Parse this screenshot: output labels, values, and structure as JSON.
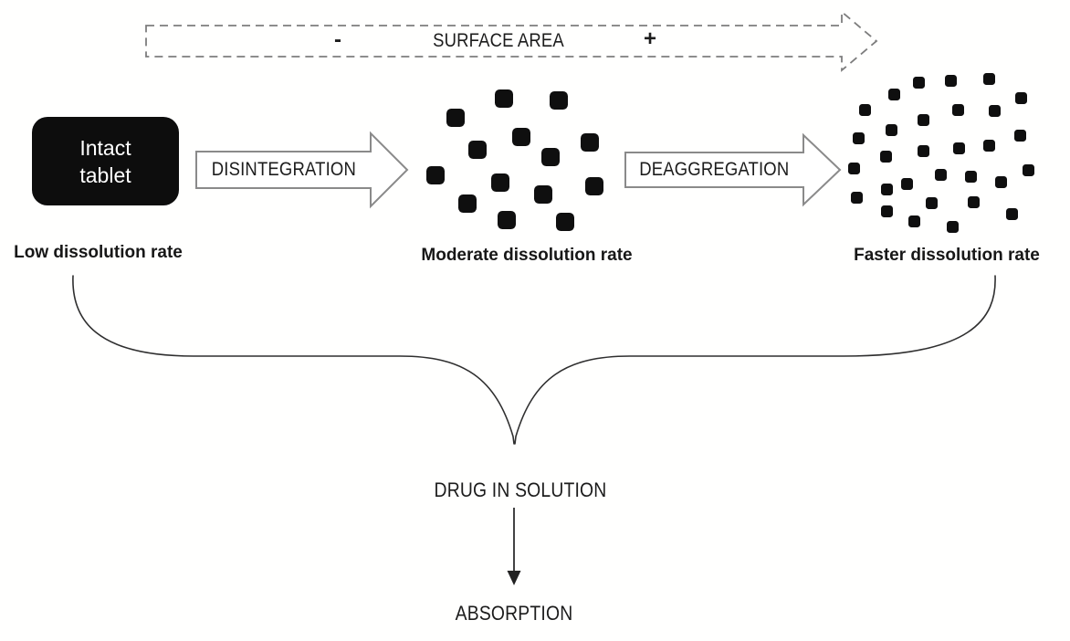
{
  "surface_axis": {
    "minus": "-",
    "label": "SURFACE AREA",
    "plus": "+"
  },
  "stages": [
    {
      "box": {
        "line1": "Intact",
        "line2": "tablet"
      },
      "caption": "Low dissolution rate"
    },
    {
      "caption": "Moderate dissolution rate"
    },
    {
      "caption": "Faster dissolution rate"
    }
  ],
  "arrows": [
    {
      "label": "DISINTEGRATION"
    },
    {
      "label": "DEAGGREGATION"
    }
  ],
  "flow": {
    "drug_in_solution": "DRUG IN SOLUTION",
    "absorption": "ABSORPTION"
  },
  "colors": {
    "particle": "#0f0f0f",
    "tablet_bg": "#0d0d0d",
    "tablet_text": "#ffffff",
    "outline_arrow": "#8a8a8a",
    "dashed_arrow": "#7d7d7d",
    "line": "#2f2f2f"
  },
  "clusters": {
    "moderate": {
      "count": 14,
      "particle_size": 20,
      "positions": [
        [
          542,
          98
        ],
        [
          602,
          100
        ],
        [
          489,
          119
        ],
        [
          561,
          140
        ],
        [
          636,
          146
        ],
        [
          513,
          154
        ],
        [
          593,
          162
        ],
        [
          467,
          182
        ],
        [
          538,
          190
        ],
        [
          641,
          194
        ],
        [
          585,
          203
        ],
        [
          502,
          213
        ],
        [
          545,
          231
        ],
        [
          609,
          233
        ]
      ]
    },
    "fine": {
      "count": 30,
      "particle_size": 13,
      "positions": [
        [
          1000,
          84
        ],
        [
          1035,
          82
        ],
        [
          1077,
          80
        ],
        [
          973,
          97
        ],
        [
          1112,
          101
        ],
        [
          941,
          114
        ],
        [
          1043,
          114
        ],
        [
          1083,
          115
        ],
        [
          1005,
          125
        ],
        [
          970,
          136
        ],
        [
          934,
          145
        ],
        [
          1111,
          142
        ],
        [
          1005,
          159
        ],
        [
          1044,
          156
        ],
        [
          1077,
          153
        ],
        [
          964,
          165
        ],
        [
          929,
          178
        ],
        [
          1024,
          185
        ],
        [
          1057,
          187
        ],
        [
          1120,
          180
        ],
        [
          987,
          195
        ],
        [
          965,
          201
        ],
        [
          1090,
          193
        ],
        [
          932,
          210
        ],
        [
          1014,
          216
        ],
        [
          1060,
          215
        ],
        [
          965,
          225
        ],
        [
          1102,
          228
        ],
        [
          995,
          236
        ],
        [
          1037,
          242
        ]
      ]
    }
  }
}
